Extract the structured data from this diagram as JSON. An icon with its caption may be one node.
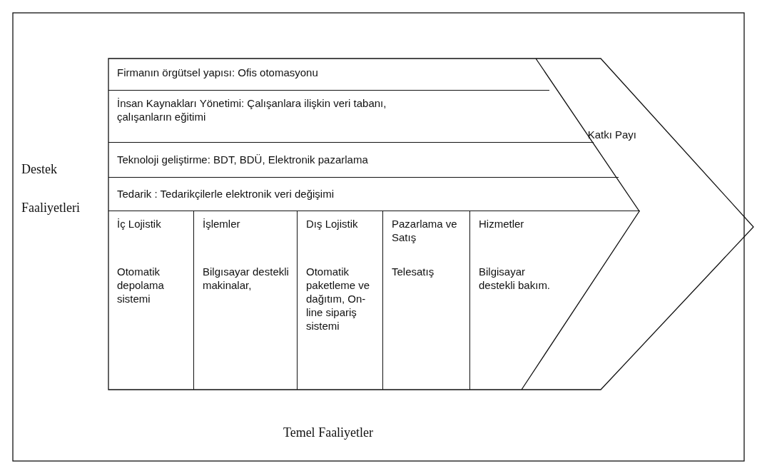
{
  "diagram": {
    "nodes": [
      {
        "text": [
          "Firmanın örgütsel yapısı: Ofis otomasyonu"
        ]
      },
      {
        "text": [
          "İnsan Kaynakları Yönetimi: Çalışanlara ilişkin veri tabanı, çalışanların eğitimi"
        ]
      },
      {
        "text": [
          "Teknoloji geliştirme: BDT, BDÜ, Elektronik pazarlama"
        ]
      },
      {
        "text": [
          "Tedarik : Tedarikçilerle elektronik veri değişimi"
        ]
      },
      {
        "text": [
          "İç Lojistik",
          "Otomatik depolama sistemi"
        ]
      },
      {
        "text": [
          "İşlemler",
          "Bilgısayar destekli makinalar,"
        ]
      },
      {
        "text": [
          "Dış Lojistik",
          "Otomatik paketleme ve dağıtım, On-line sipariş sistemi"
        ]
      },
      {
        "text": [
          "Pazarlama ve Satış",
          "Telesatış"
        ]
      },
      {
        "text": [
          "Hizmetler",
          "Bilgisayar destekli bakım."
        ]
      },
      {
        "text": [
          "Katkı Payı"
        ]
      }
    ],
    "labels": [
      "Destek Faaliyetleri",
      "Temel Faaliyetler"
    ]
  }
}
